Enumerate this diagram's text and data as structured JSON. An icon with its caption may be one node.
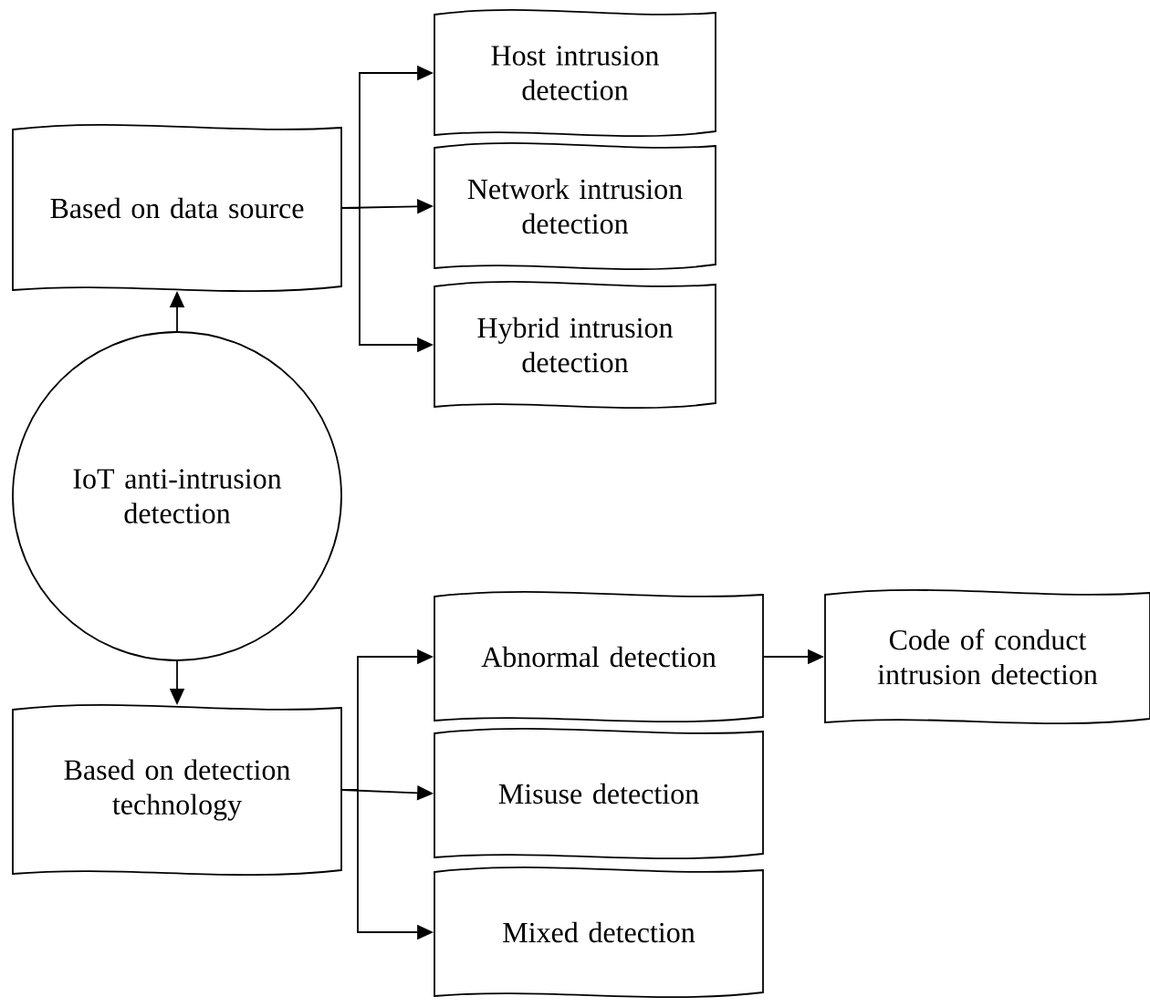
{
  "diagram": {
    "nodes": [
      {
        "text": [
          "IoT anti-intrusion detection"
        ]
      },
      {
        "text": [
          "Based on data source"
        ]
      },
      {
        "text": [
          "Host intrusion detection"
        ]
      },
      {
        "text": [
          "Network intrusion detection"
        ]
      },
      {
        "text": [
          "Hybrid intrusion detection"
        ]
      },
      {
        "text": [
          "Based on detection technology"
        ]
      },
      {
        "text": [
          "Abnormal detection"
        ]
      },
      {
        "text": [
          "Misuse detection"
        ]
      },
      {
        "text": [
          "Mixed detection"
        ]
      },
      {
        "text": [
          "Code of conduct intrusion detection"
        ]
      }
    ],
    "edges": [
      {
        "from": 0,
        "to": 1,
        "arrow": "to"
      },
      {
        "from": 1,
        "to": 2,
        "arrow": "to"
      },
      {
        "from": 1,
        "to": 3,
        "arrow": "to"
      },
      {
        "from": 1,
        "to": 4,
        "arrow": "to"
      },
      {
        "from": 0,
        "to": 5,
        "arrow": "to"
      },
      {
        "from": 5,
        "to": 6,
        "arrow": "to"
      },
      {
        "from": 5,
        "to": 7,
        "arrow": "to"
      },
      {
        "from": 5,
        "to": 8,
        "arrow": "to"
      },
      {
        "from": 6,
        "to": 9,
        "arrow": "to"
      }
    ]
  }
}
